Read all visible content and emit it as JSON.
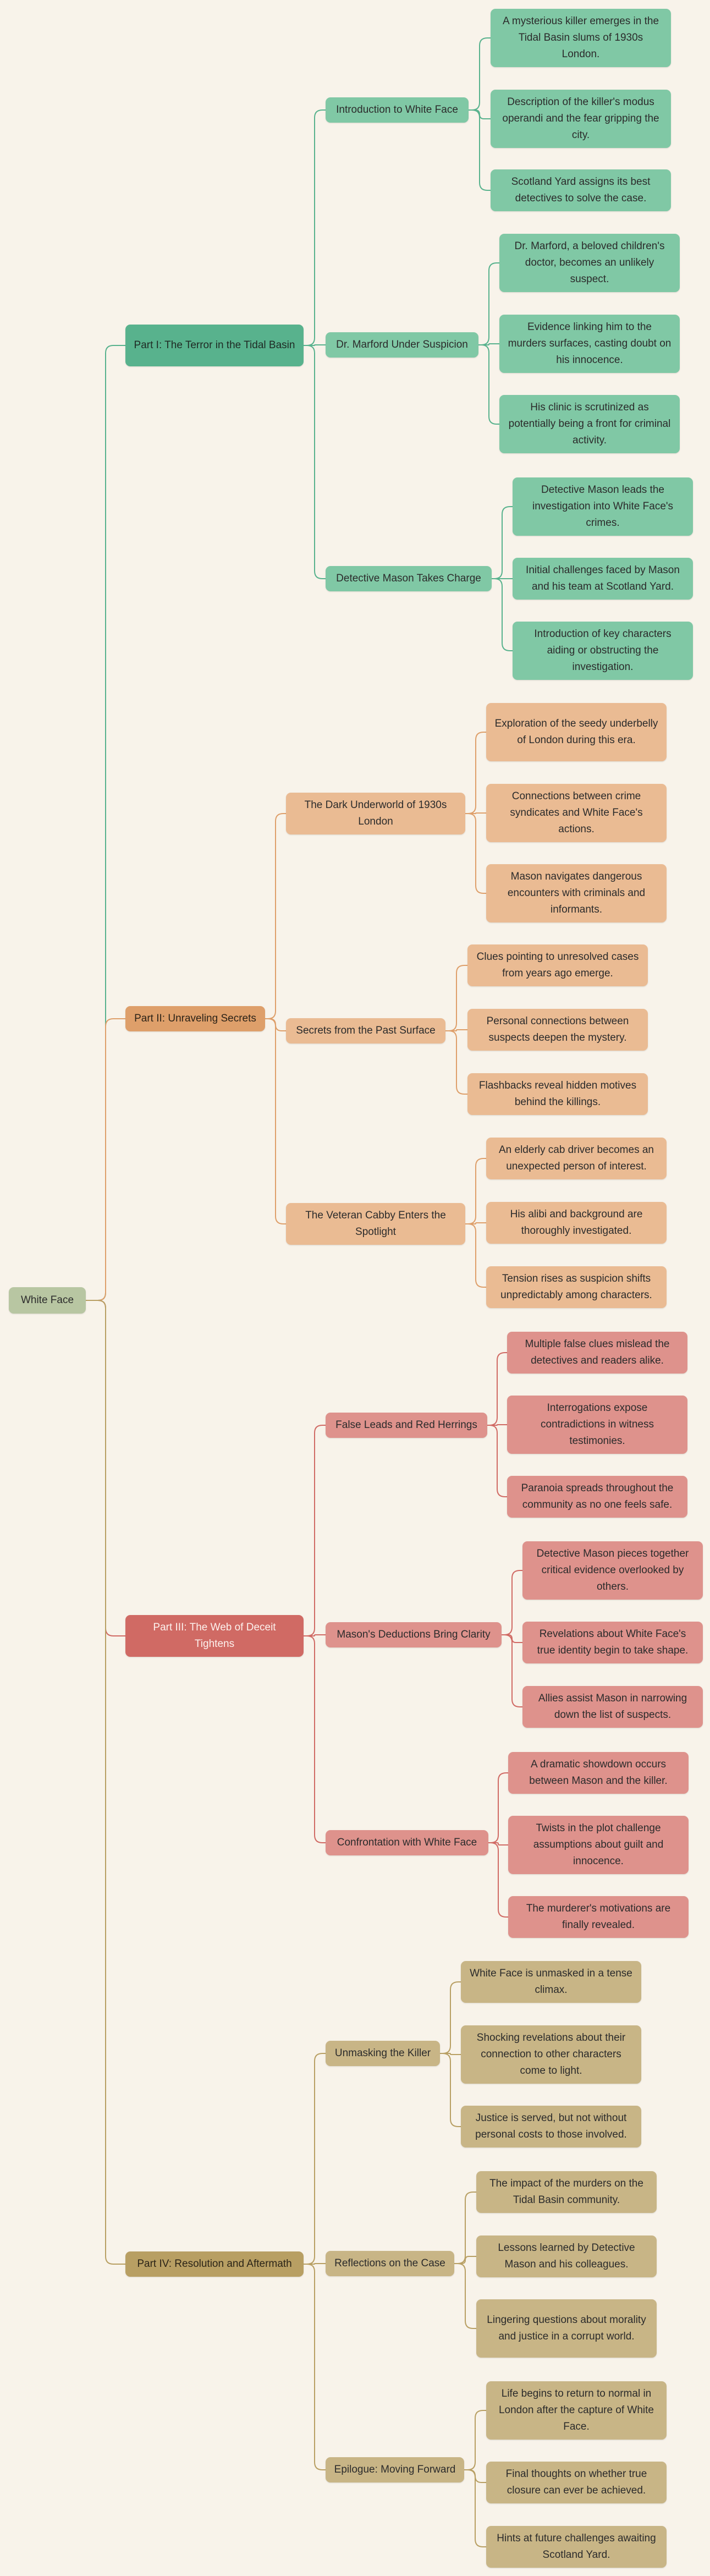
{
  "root": {
    "label": "White Face",
    "color": "#b8c6a2"
  },
  "parts": [
    {
      "label": "Part I: The Terror in the Tidal Basin",
      "color": "#58b28d",
      "light": "#80c8a5",
      "line": "#58b28d",
      "text": "#1f2a24",
      "sections": [
        {
          "label": "Introduction to White Face",
          "items": [
            "A mysterious killer emerges in the Tidal Basin slums of 1930s London.",
            "Description of the killer's modus operandi and the fear gripping the city.",
            "Scotland Yard assigns its best detectives to solve the case."
          ]
        },
        {
          "label": "Dr. Marford Under Suspicion",
          "items": [
            "Dr. Marford, a beloved children's doctor, becomes an unlikely suspect.",
            "Evidence linking him to the murders surfaces, casting doubt on his innocence.",
            "His clinic is scrutinized as potentially being a front for criminal activity."
          ]
        },
        {
          "label": "Detective Mason Takes Charge",
          "items": [
            "Detective Mason leads the investigation into White Face's crimes.",
            "Initial challenges faced by Mason and his team at Scotland Yard.",
            "Introduction of key characters aiding or obstructing the investigation."
          ]
        }
      ]
    },
    {
      "label": "Part II: Unraveling Secrets",
      "color": "#de9f6a",
      "light": "#eabb93",
      "line": "#de9f6a",
      "text": "#2b2217",
      "sections": [
        {
          "label": "The Dark Underworld of 1930s London",
          "items": [
            "Exploration of the seedy underbelly of London during this era.",
            "Connections between crime syndicates and White Face's actions.",
            "Mason navigates dangerous encounters with criminals and informants."
          ]
        },
        {
          "label": "Secrets from the Past Surface",
          "items": [
            "Clues pointing to unresolved cases from years ago emerge.",
            "Personal connections between suspects deepen the mystery.",
            "Flashbacks reveal hidden motives behind the killings."
          ]
        },
        {
          "label": "The Veteran Cabby Enters the Spotlight",
          "items": [
            "An elderly cab driver becomes an unexpected person of interest.",
            "His alibi and background are thoroughly investigated.",
            "Tension rises as suspicion shifts unpredictably among characters."
          ]
        }
      ]
    },
    {
      "label": "Part III: The Web of Deceit Tightens",
      "color": "#d06a64",
      "light": "#de928c",
      "line": "#d06a64",
      "text": "#fdf2ee",
      "sections": [
        {
          "label": "False Leads and Red Herrings",
          "items": [
            "Multiple false clues mislead the detectives and readers alike.",
            "Interrogations expose contradictions in witness testimonies.",
            "Paranoia spreads throughout the community as no one feels safe."
          ]
        },
        {
          "label": "Mason's Deductions Bring Clarity",
          "items": [
            "Detective Mason pieces together critical evidence overlooked by others.",
            "Revelations about White Face's true identity begin to take shape.",
            "Allies assist Mason in narrowing down the list of suspects."
          ]
        },
        {
          "label": "Confrontation with White Face",
          "items": [
            "A dramatic showdown occurs between Mason and the killer.",
            "Twists in the plot challenge assumptions about guilt and innocence.",
            "The murderer's motivations are finally revealed."
          ]
        }
      ]
    },
    {
      "label": "Part IV: Resolution and Aftermath",
      "color": "#b89f63",
      "light": "#c8b586",
      "line": "#b89f63",
      "text": "#2b2417",
      "sections": [
        {
          "label": "Unmasking the Killer",
          "items": [
            "White Face is unmasked in a tense climax.",
            "Shocking revelations about their connection to other characters come to light.",
            "Justice is served, but not without personal costs to those involved."
          ]
        },
        {
          "label": "Reflections on the Case",
          "items": [
            "The impact of the murders on the Tidal Basin community.",
            "Lessons learned by Detective Mason and his colleagues.",
            "Lingering questions about morality and justice in a corrupt world."
          ]
        },
        {
          "label": "Epilogue: Moving Forward",
          "items": [
            "Life begins to return to normal in London after the capture of White Face.",
            "Final thoughts on whether true closure can ever be achieved.",
            "Hints at future challenges awaiting Scotland Yard."
          ]
        }
      ]
    }
  ]
}
